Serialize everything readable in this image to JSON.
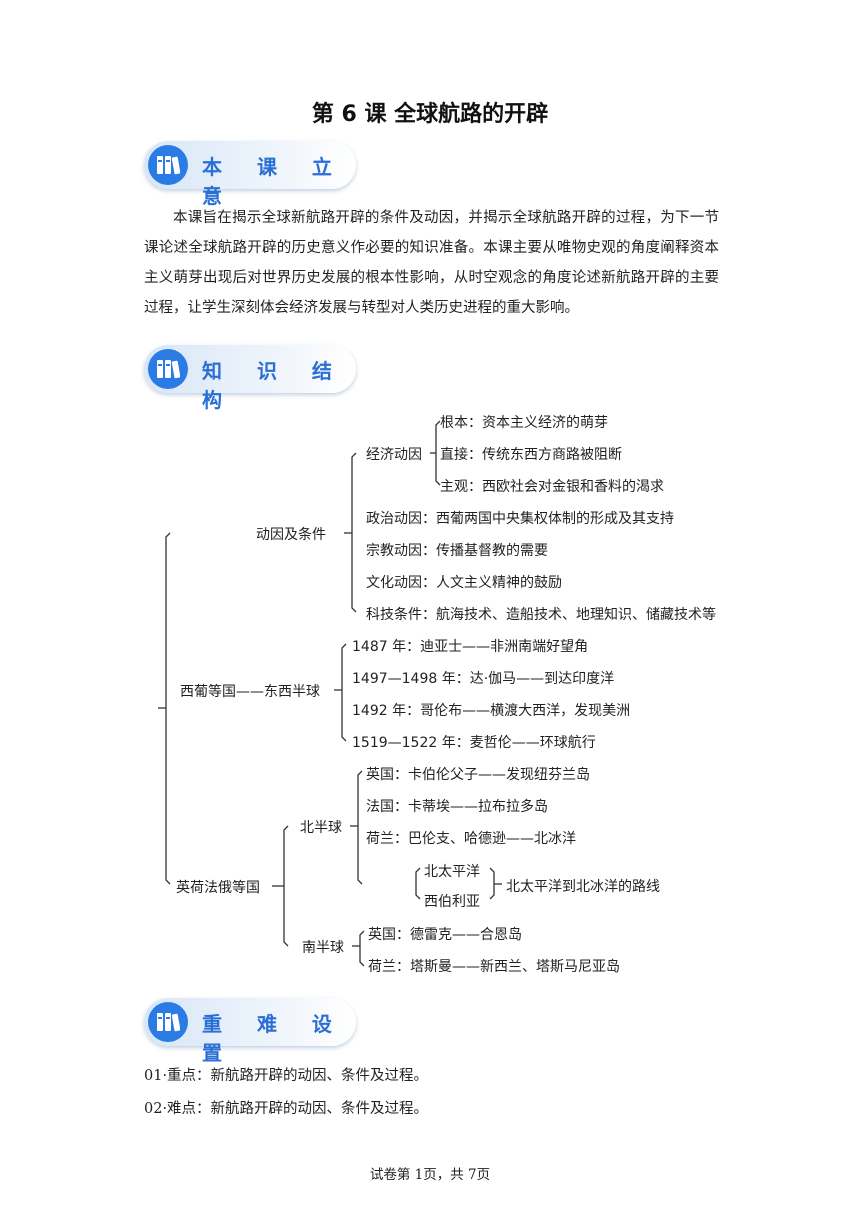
{
  "title": "第 6 课  全球航路的开辟",
  "sections": {
    "intent": "本 课 立 意",
    "structure": "知 识 结 构",
    "key": "重 难 设 置"
  },
  "intro": "本课旨在揭示全球新航路开辟的条件及动因，并揭示全球航路开辟的过程，为下一节课论述全球航路开辟的历史意义作必要的知识准备。本课主要从唯物史观的角度阐释资本主义萌芽出现后对世界历史发展的根本性影响，从时空观念的角度论述新航路开辟的主要过程，让学生深刻体会经济发展与转型对人类历史进程的重大影响。",
  "tree": {
    "motive": "动因及条件",
    "economic": "经济动因",
    "econ_items": [
      "根本：资本主义经济的萌芽",
      "直接：传统东西方商路被阻断",
      "主观：西欧社会对金银和香料的渴求"
    ],
    "political": "政治动因：西葡两国中央集权体制的形成及其支持",
    "religious": "宗教动因：传播基督教的需要",
    "cultural": "文化动因：人文主义精神的鼓励",
    "tech": "科技条件：航海技术、造船技术、地理知识、储藏技术等",
    "portugal": "西葡等国——东西半球",
    "voyages": [
      "1487 年：迪亚士——非洲南端好望角",
      "1497—1498 年：达·伽马——到达印度洋",
      "1492 年：哥伦布——横渡大西洋，发现美洲",
      "1519—1522 年：麦哲伦——环球航行"
    ],
    "others": "英荷法俄等国",
    "north": "北半球",
    "north_items": [
      "英国：卡伯伦父子——发现纽芬兰岛",
      "法国：卡蒂埃——拉布拉多岛",
      "荷兰：巴伦支、哈德逊——北冰洋"
    ],
    "pacific": "北太平洋",
    "siberia": "西伯利亚",
    "route": "北太平洋到北冰洋的路线",
    "south": "南半球",
    "south_items": [
      "英国：德雷克——合恩岛",
      "荷兰：塔斯曼——新西兰、塔斯马尼亚岛"
    ]
  },
  "key_points": [
    "01·重点：新航路开辟的动因、条件及过程。",
    "02·难点：新航路开辟的动因、条件及过程。"
  ],
  "footer": "试卷第 1页，共 7页",
  "colors": {
    "accent": "#2a7be4",
    "banner_text": "#2a6fd6"
  }
}
